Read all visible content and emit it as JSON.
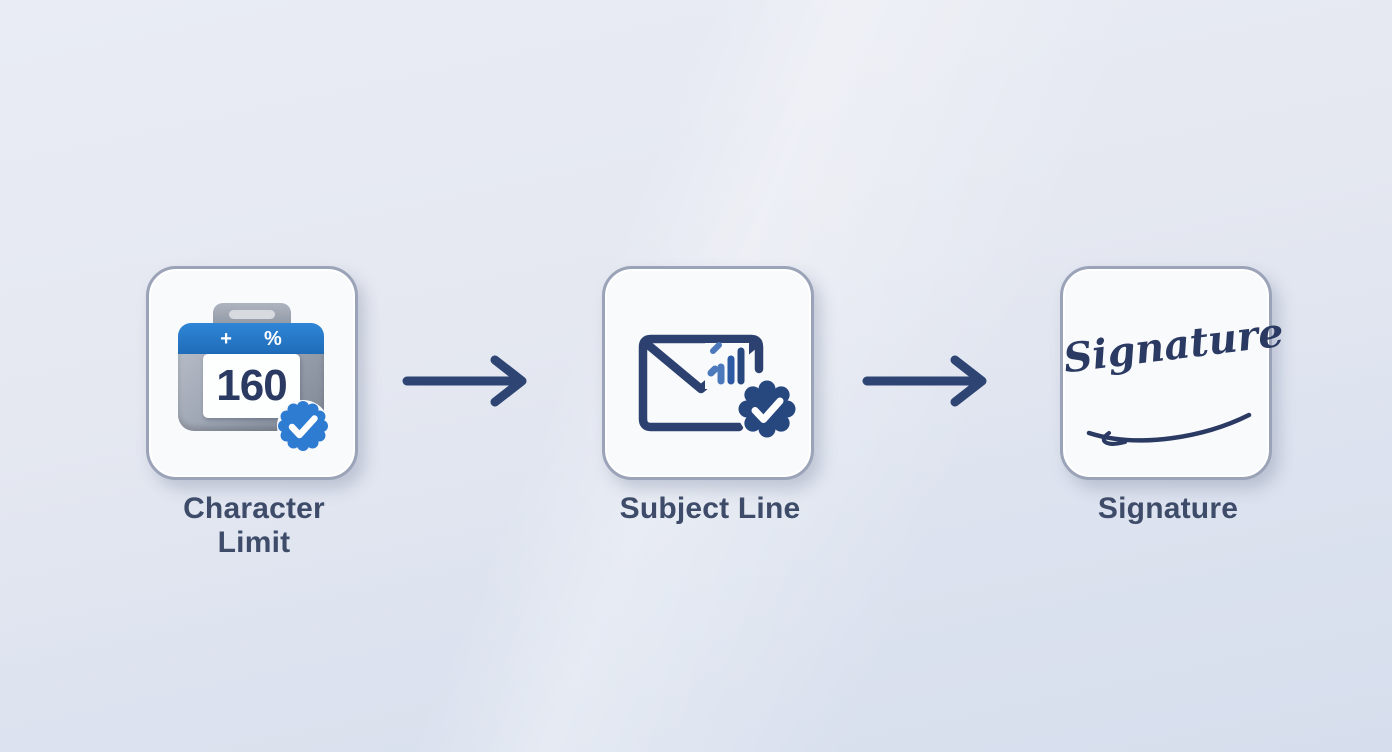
{
  "flow": {
    "steps": [
      {
        "id": "character-limit",
        "label": "Character Limit",
        "icon": "character-counter-icon",
        "counter": {
          "value": "160",
          "plus_symbol": "+",
          "percent_symbol": "%"
        },
        "badge": "blue-verified-checkmark"
      },
      {
        "id": "subject-line",
        "label": "Subject Line",
        "icon": "envelope-analytics-icon",
        "badge": "navy-seal-checkmark"
      },
      {
        "id": "signature",
        "label": "Signature",
        "icon": "handwritten-signature-icon",
        "script_text": "Signature"
      }
    ],
    "arrows": [
      {
        "direction": "right"
      },
      {
        "direction": "right"
      }
    ]
  },
  "colors": {
    "background_top": "#e9ecf4",
    "background_bottom": "#d6deed",
    "card_fill": "#f9fafc",
    "card_border": "#9aa3b7",
    "label_text": "#3e4c6a",
    "navy_stroke": "#2c4170",
    "arrow": "#2e4573",
    "accent_blue_badge": "#2e7cd2",
    "seal_navy_badge": "#27477f",
    "calculator_header_blue": "#2f86d6",
    "counter_text": "#2b3a62",
    "chart_bar_light": "#4b79bc",
    "chart_bar_mid": "#2d5aa4"
  }
}
